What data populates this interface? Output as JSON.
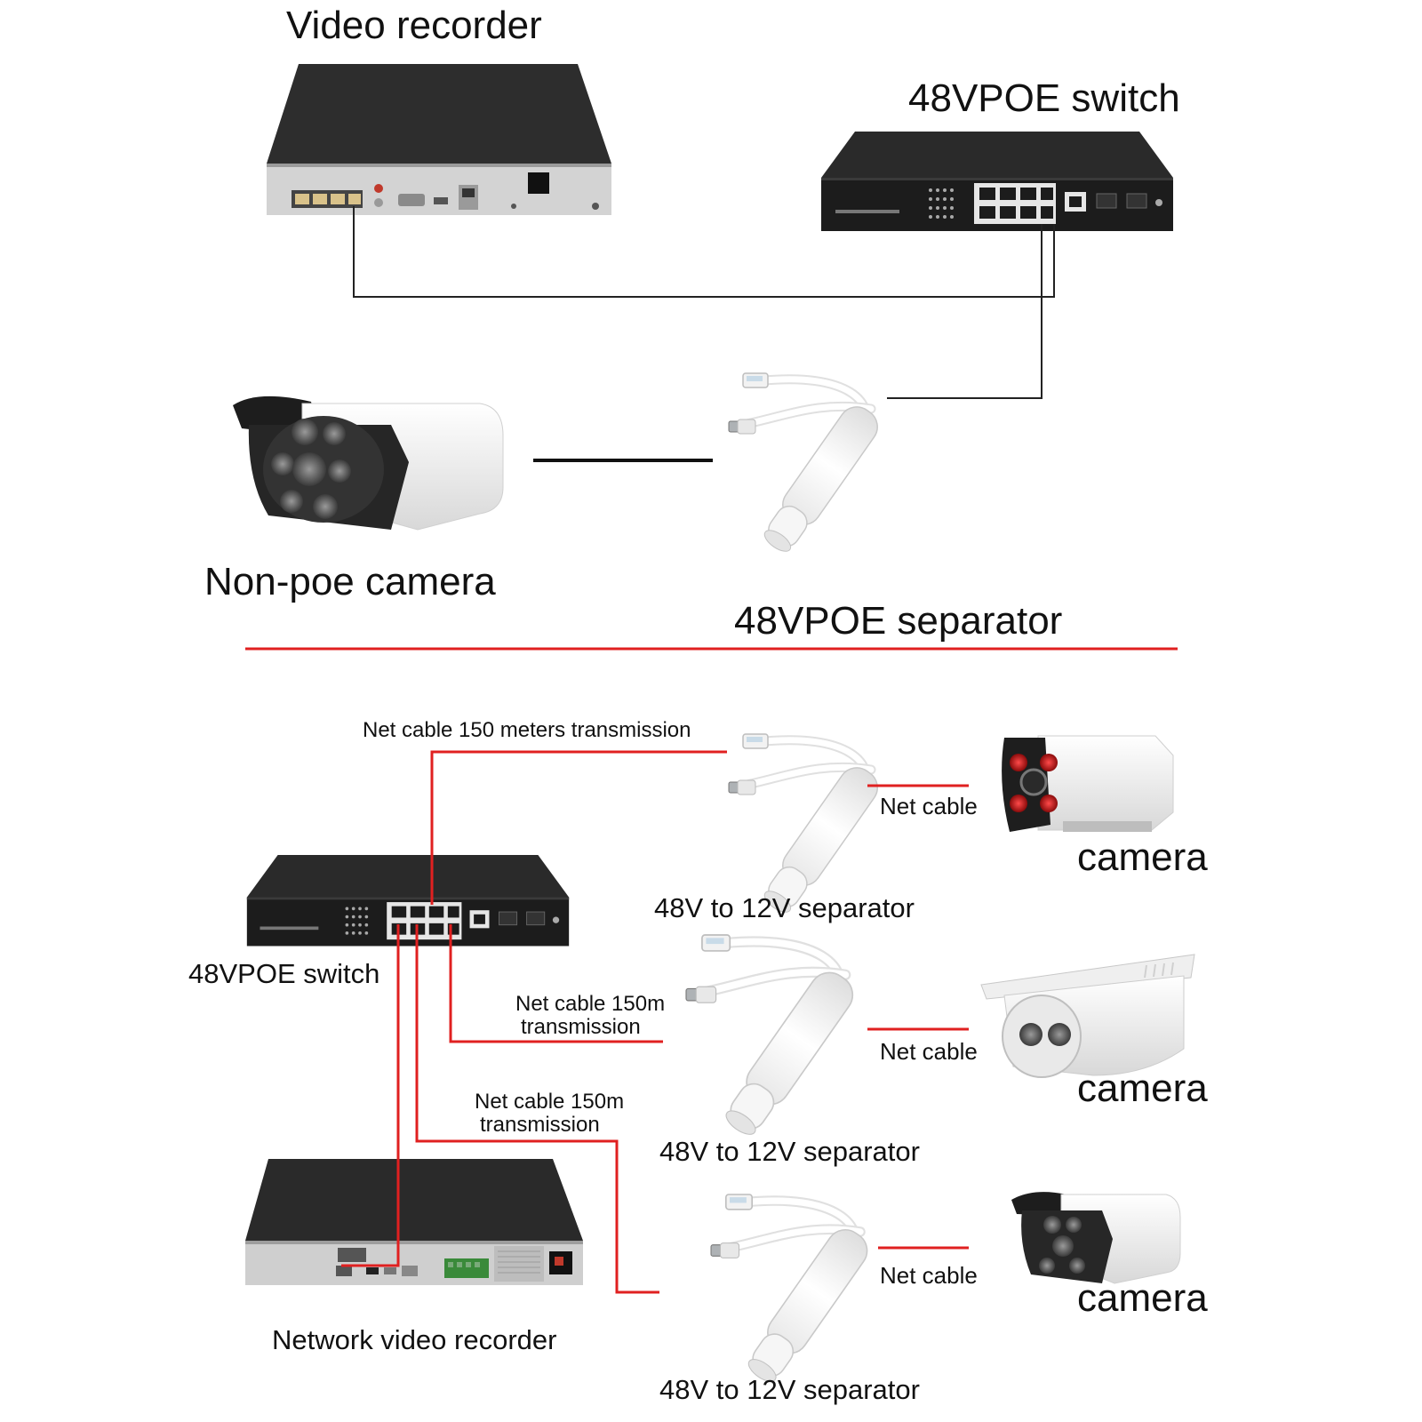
{
  "top": {
    "video_recorder_label": "Video recorder",
    "switch_label": "48VPOE switch",
    "camera_label": "Non-poe camera",
    "separator_label": "48VPOE separator"
  },
  "bottom": {
    "switch_label": "48VPOE switch",
    "nvr_label": "Network video recorder",
    "cable_1": "Net cable 150 meters transmission",
    "cable_2_line1": "Net cable 150m",
    "cable_2_line2": "transmission",
    "cable_3_line1": "Net cable 150m",
    "cable_3_line2": "transmission",
    "rows": [
      {
        "separator": "48V to 12V separator",
        "net_cable": "Net cable",
        "camera": "camera"
      },
      {
        "separator": "48V to 12V separator",
        "net_cable": "Net cable",
        "camera": "camera"
      },
      {
        "separator": "48V to 12V separator",
        "net_cable": "Net cable",
        "camera": "camera"
      }
    ]
  },
  "colors": {
    "wire_top": "#222222",
    "wire_red": "#e02020",
    "device_dark": "#2b2b2b",
    "device_panel": "#d4d4d4"
  }
}
